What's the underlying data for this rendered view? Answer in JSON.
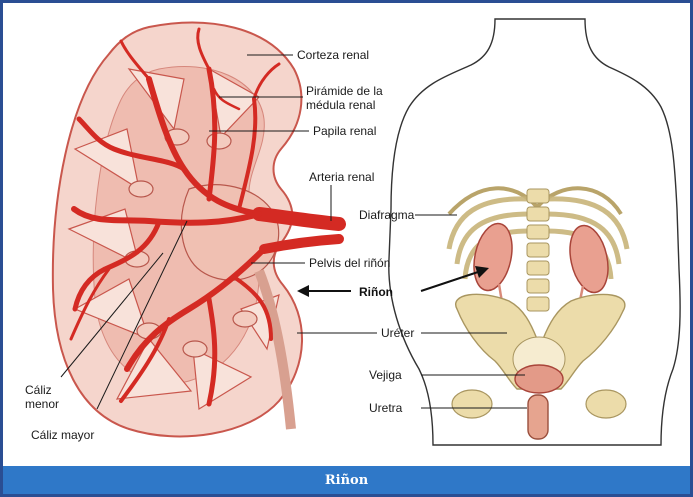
{
  "caption": "Riñon",
  "labels": {
    "corteza_renal": "Corteza renal",
    "piramide_line1": "Pirámide de la",
    "piramide_line2": "médula renal",
    "papila_renal": "Papila renal",
    "arteria_renal": "Arteria renal",
    "pelvis_rinon": "Pelvis del riñón",
    "rinon": "Riñon",
    "ureter": "Uréter",
    "caliz_menor_line1": "Cáliz",
    "caliz_menor_line2": "menor",
    "caliz_mayor": "Cáliz mayor",
    "diafragma": "Diafragma",
    "vejiga": "Vejiga",
    "uretra": "Uretra"
  },
  "colors": {
    "frame_border": "#2a4e93",
    "caption_bar": "#2f78c8",
    "caption_text": "#ffffff",
    "kidney_tissue": "#f5d5cc",
    "kidney_outline": "#c9574d",
    "artery": "#d42a23",
    "bone": "#ecdcaa",
    "body_skin": "#ffffff"
  }
}
